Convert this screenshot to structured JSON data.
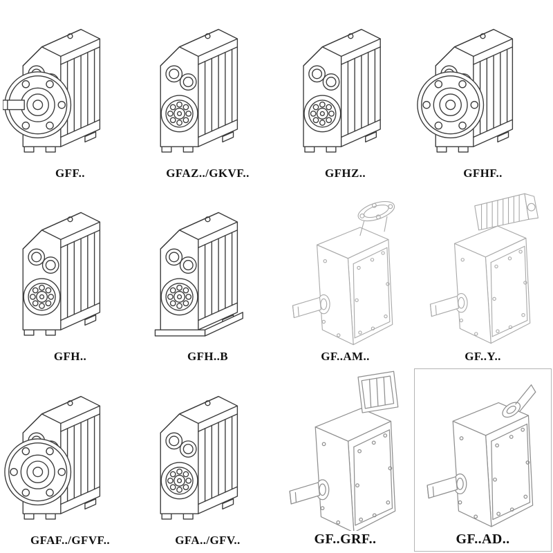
{
  "palette": {
    "ink": "#3a3a3a",
    "light_ink": "#a9a9a9",
    "light_ink_dark": "#8e8e8e",
    "background": "#ffffff",
    "label_color": "#111111"
  },
  "catalog": {
    "items": [
      {
        "label": "GFF..",
        "variant": "flange-output-with-shaft"
      },
      {
        "label": "GFAZ../GKVF..",
        "variant": "shaft-mounted"
      },
      {
        "label": "GFHZ..",
        "variant": "hollow-shaft"
      },
      {
        "label": "GFHF..",
        "variant": "flange-hollow-shaft"
      },
      {
        "label": "GFH..",
        "variant": "hollow-shaft"
      },
      {
        "label": "GFH..B",
        "variant": "hollow-shaft-base"
      },
      {
        "label": "GF..AM..",
        "variant": "motor-adapter-flange"
      },
      {
        "label": "GF..Y..",
        "variant": "with-motor"
      },
      {
        "label": "GFAF../GFVF..",
        "variant": "flange-output"
      },
      {
        "label": "GFA../GFV..",
        "variant": "foot-mounted"
      },
      {
        "label": "GF..GRF..",
        "variant": "with-adapter-box"
      },
      {
        "label": "GF..AD..",
        "variant": "input-shaft-adapter"
      }
    ]
  }
}
